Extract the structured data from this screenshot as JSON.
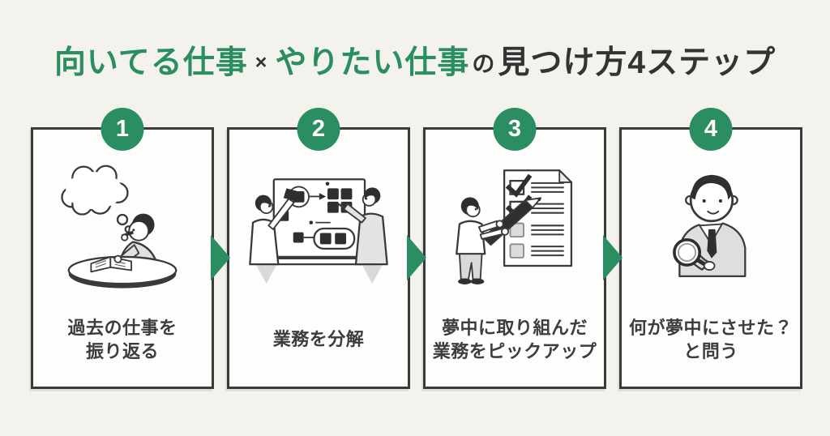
{
  "colors": {
    "background": "#f4f2ed",
    "accent_green": "#2b8e63",
    "text_dark": "#333333",
    "caption": "#3d3d3d",
    "card_border": "#3a3a3a",
    "card_bg": "#fdfdfc"
  },
  "title": {
    "part1_green": "向いてる仕事",
    "separator": "×",
    "part2_green": "やりたい仕事",
    "particle": "の",
    "part3_dark": "見つけ方4ステップ"
  },
  "steps": [
    {
      "number": "1",
      "caption_lines": [
        "過去の仕事を",
        "振り返る"
      ],
      "illustration": "person-thinking-writing-notebook"
    },
    {
      "number": "2",
      "caption_lines": [
        "業務を分解"
      ],
      "illustration": "two-people-whiteboard-sticky-notes"
    },
    {
      "number": "3",
      "caption_lines": [
        "夢中に取り組んだ",
        "業務をピックアップ"
      ],
      "illustration": "person-pencil-checklist"
    },
    {
      "number": "4",
      "caption_lines": [
        "何が夢中にさせた？",
        "と問う"
      ],
      "illustration": "man-magnifying-glass"
    }
  ],
  "flow": {
    "arrow_direction": "right",
    "arrow_count": 3
  }
}
